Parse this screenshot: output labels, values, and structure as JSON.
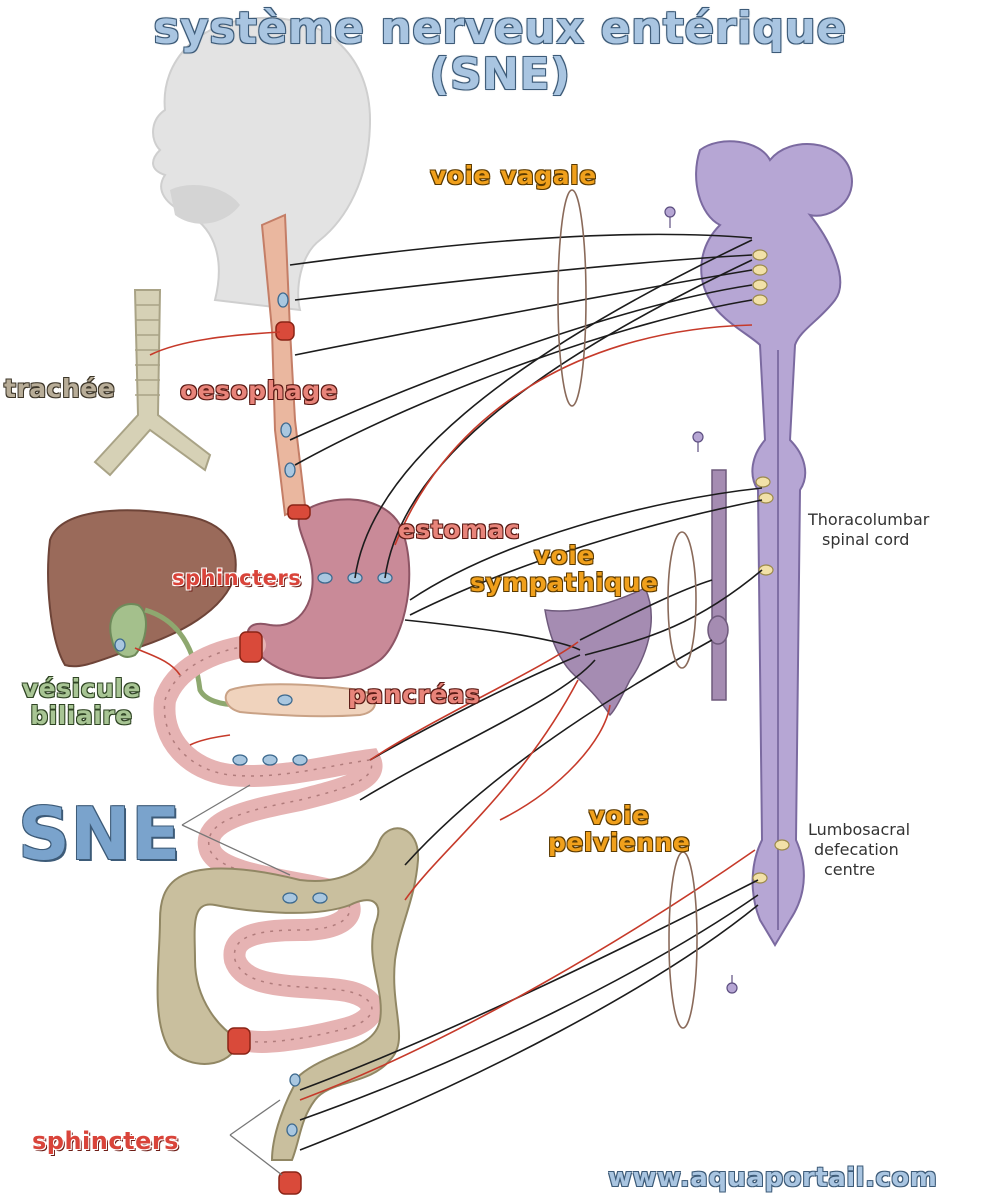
{
  "title": {
    "line1": "système nerveux entérique",
    "line2": "(SNE)"
  },
  "sne_label": "SNE",
  "labels": {
    "voie_vagale": "voie vagale",
    "trachee": "trachée",
    "oesophage": "oesophage",
    "estomac": "estomac",
    "voie_sympathique": [
      "voie",
      "sympathique"
    ],
    "sphincters_upper": "sphincters",
    "vesicule_biliaire": [
      "vésicule",
      "biliaire"
    ],
    "pancreas": "pancréas",
    "voie_pelvienne": [
      "voie",
      "pelvienne"
    ],
    "sphincters_lower": "sphincters",
    "thoracolumbar": [
      "Thoracolumbar",
      "spinal cord"
    ],
    "lumbosacral": [
      "Lumbosacral",
      "defecation",
      "centre"
    ]
  },
  "watermark": "www.aquaportail.com",
  "colors": {
    "title": "#a9c5e1",
    "pathway": "#f0a01c",
    "organ_label": "#e8847a",
    "sphincter_label": "#d9443a",
    "brainstem": "#b6a6d4",
    "colon": "#c9bf9e",
    "stomach": "#c98a98",
    "liver": "#9a6a5a",
    "gallbladder": "#a4c08c",
    "sphincter": "#d94a3a",
    "ganglion": "#a9c7e0"
  }
}
